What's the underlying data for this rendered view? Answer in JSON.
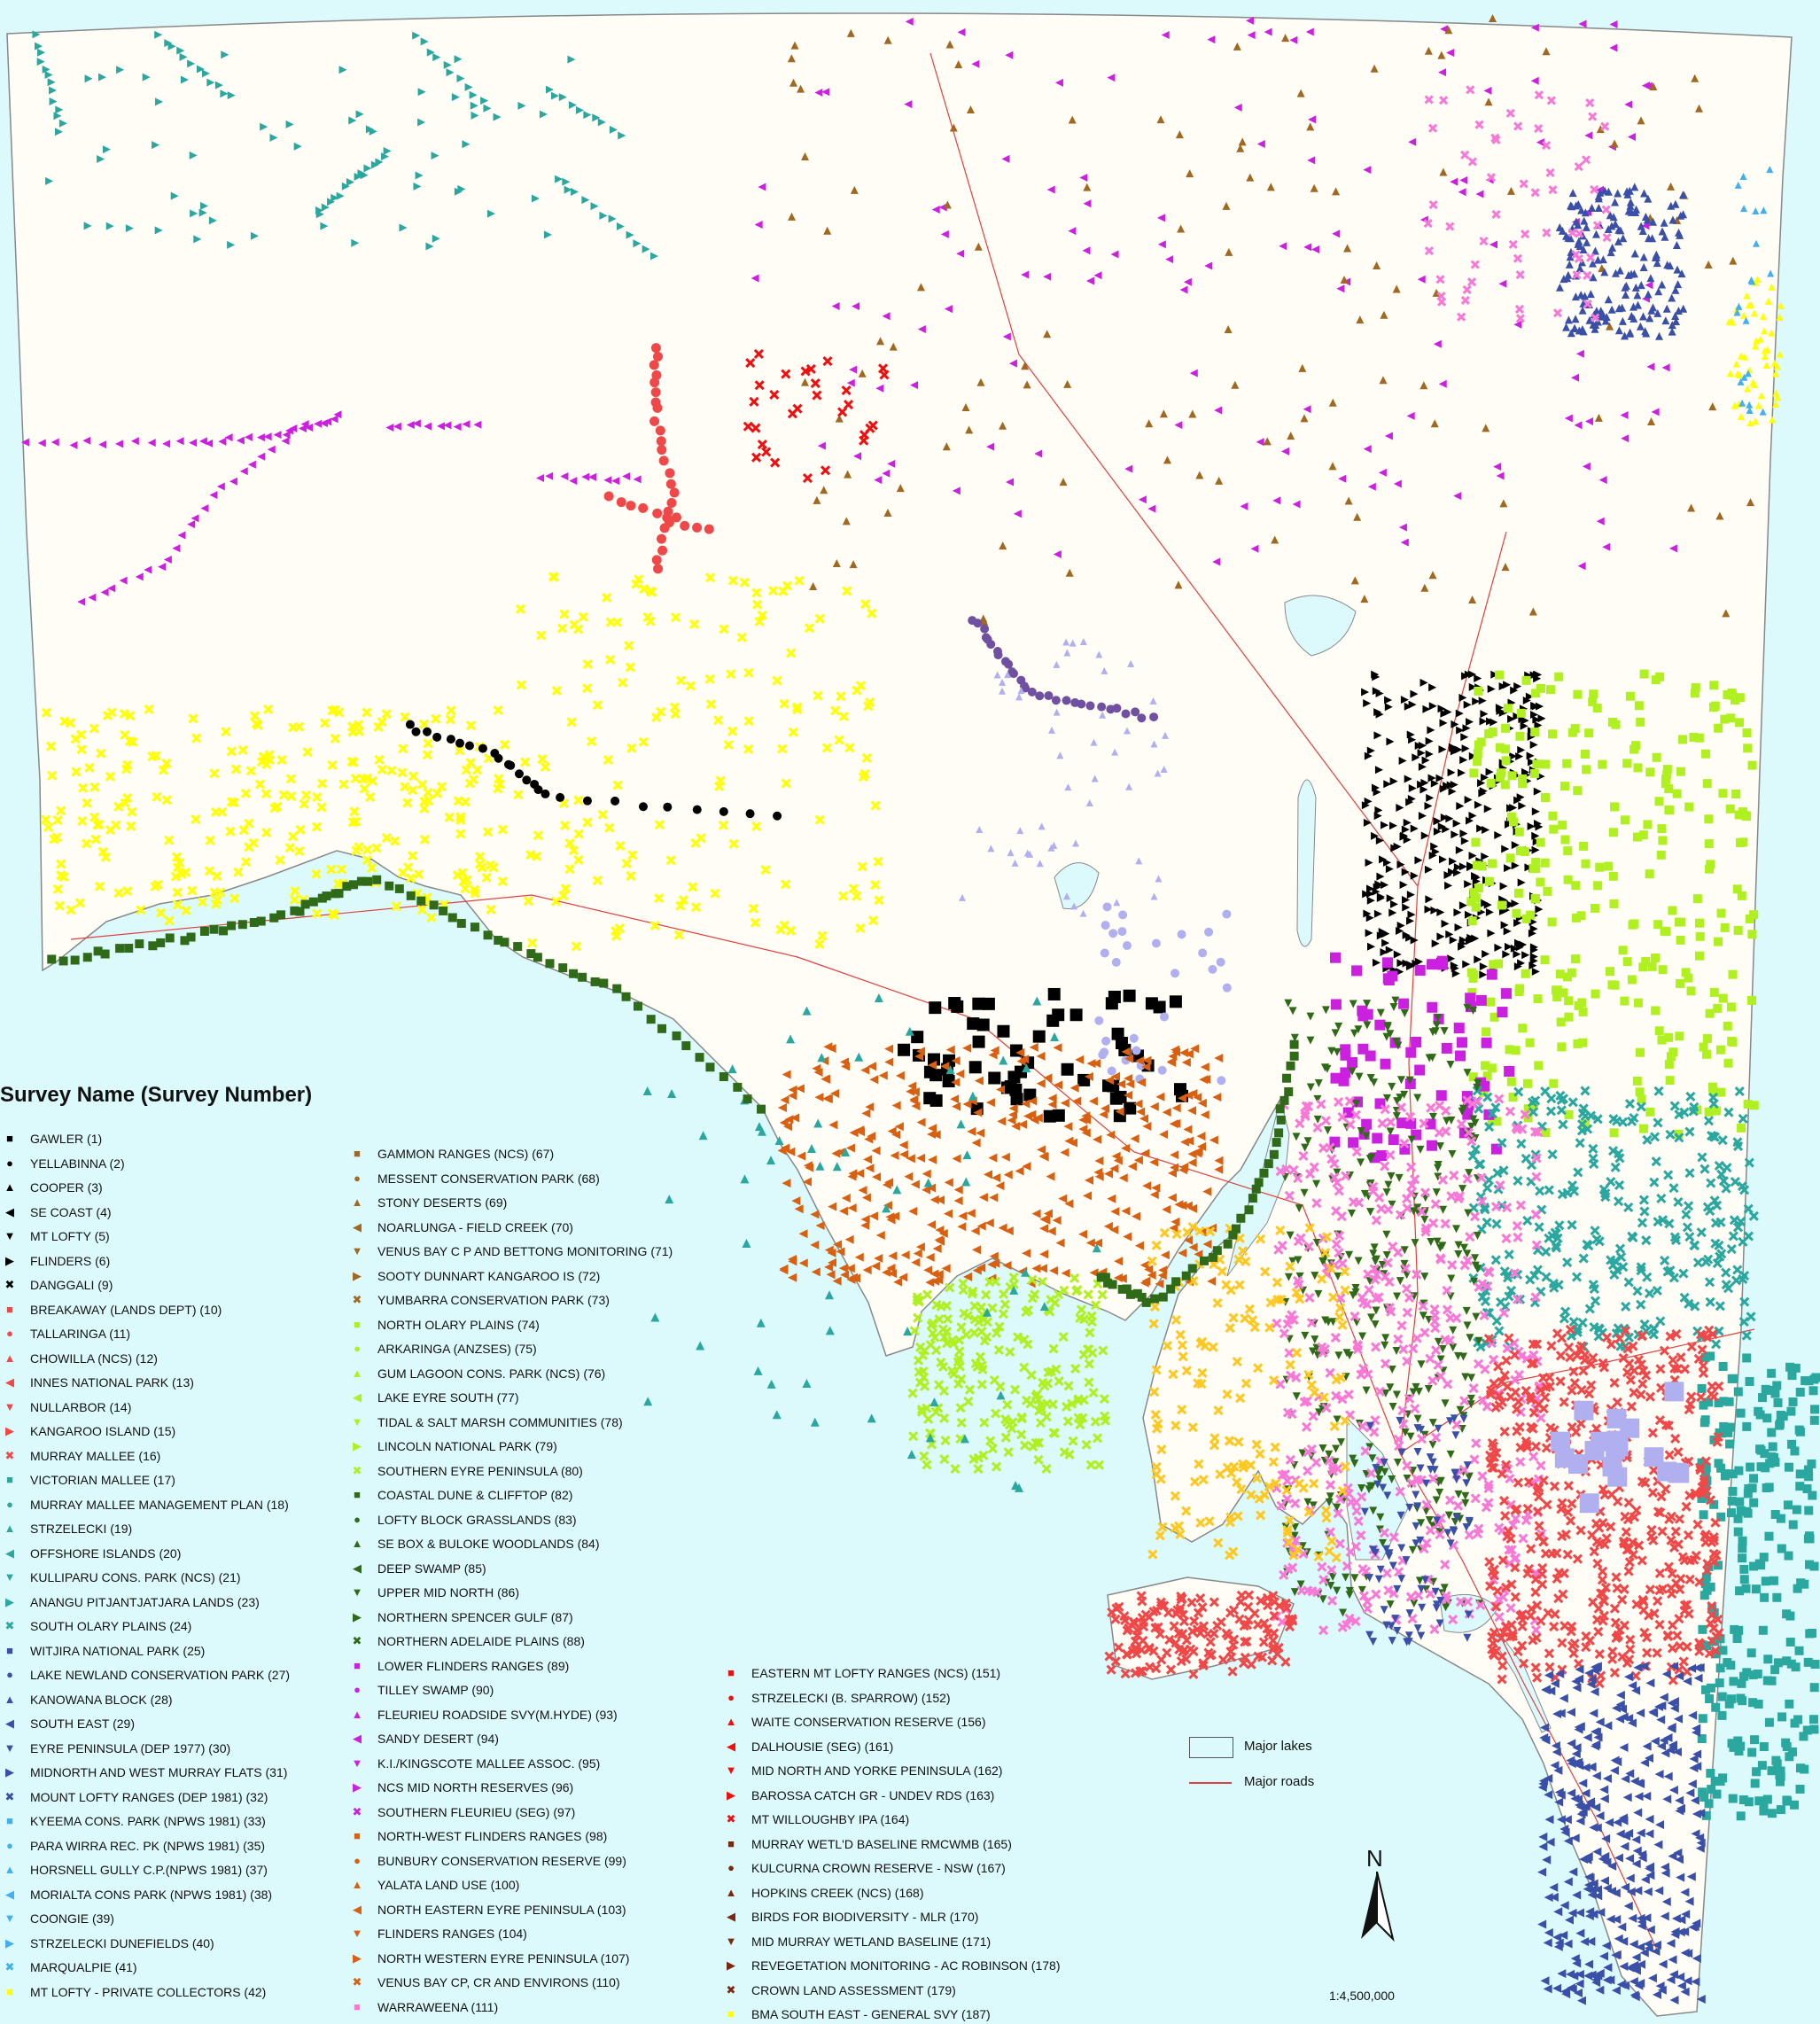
{
  "legend": {
    "title": "Survey Name (Survey Number)",
    "columns": [
      [
        {
          "label": "GAWLER (1)",
          "symbol": "■",
          "color": "#000000"
        },
        {
          "label": "YELLABINNA (2)",
          "symbol": "●",
          "color": "#000000"
        },
        {
          "label": "COOPER (3)",
          "symbol": "▲",
          "color": "#000000"
        },
        {
          "label": "SE COAST (4)",
          "symbol": "◀",
          "color": "#000000"
        },
        {
          "label": "MT LOFTY (5)",
          "symbol": "▼",
          "color": "#000000"
        },
        {
          "label": "FLINDERS (6)",
          "symbol": "▶",
          "color": "#000000"
        },
        {
          "label": "DANGGALI (9)",
          "symbol": "✖",
          "color": "#000000"
        },
        {
          "label": "BREAKAWAY (LANDS DEPT) (10)",
          "symbol": "■",
          "color": "#f04848"
        },
        {
          "label": "TALLARINGA (11)",
          "symbol": "●",
          "color": "#f04848"
        },
        {
          "label": "CHOWILLA (NCS) (12)",
          "symbol": "▲",
          "color": "#f04848"
        },
        {
          "label": "INNES NATIONAL PARK (13)",
          "symbol": "◀",
          "color": "#f04848"
        },
        {
          "label": "NULLARBOR (14)",
          "symbol": "▼",
          "color": "#f04848"
        },
        {
          "label": "KANGAROO ISLAND (15)",
          "symbol": "▶",
          "color": "#f04848"
        },
        {
          "label": "MURRAY MALLEE (16)",
          "symbol": "✖",
          "color": "#f04848"
        },
        {
          "label": "VICTORIAN MALLEE (17)",
          "symbol": "■",
          "color": "#2aa8a0"
        },
        {
          "label": "MURRAY MALLEE MANAGEMENT PLAN (18)",
          "symbol": "●",
          "color": "#2aa8a0"
        },
        {
          "label": "STRZELECKI (19)",
          "symbol": "▲",
          "color": "#2aa8a0"
        },
        {
          "label": "OFFSHORE ISLANDS (20)",
          "symbol": "◀",
          "color": "#2aa8a0"
        },
        {
          "label": "KULLIPARU CONS. PARK (NCS) (21)",
          "symbol": "▼",
          "color": "#2aa8a0"
        },
        {
          "label": "ANANGU PITJANTJATJARA LANDS (23)",
          "symbol": "▶",
          "color": "#2aa8a0"
        },
        {
          "label": "SOUTH OLARY PLAINS (24)",
          "symbol": "✖",
          "color": "#2aa8a0"
        },
        {
          "label": "WITJIRA NATIONAL PARK (25)",
          "symbol": "■",
          "color": "#3a50a8"
        },
        {
          "label": "LAKE NEWLAND CONSERVATION PARK (27)",
          "symbol": "●",
          "color": "#3a50a8"
        },
        {
          "label": "KANOWANA BLOCK (28)",
          "symbol": "▲",
          "color": "#3a50a8"
        },
        {
          "label": "SOUTH EAST (29)",
          "symbol": "◀",
          "color": "#3a50a8"
        },
        {
          "label": "EYRE PENINSULA (DEP 1977) (30)",
          "symbol": "▼",
          "color": "#3a50a8"
        },
        {
          "label": "MIDNORTH AND WEST MURRAY FLATS (31)",
          "symbol": "▶",
          "color": "#3a50a8"
        },
        {
          "label": "MOUNT LOFTY RANGES (DEP 1981) (32)",
          "symbol": "✖",
          "color": "#3a50a8"
        },
        {
          "label": "KYEEMA CONS. PARK (NPWS 1981) (33)",
          "symbol": "■",
          "color": "#40b0f0"
        },
        {
          "label": "PARA WIRRA REC. PK (NPWS 1981) (35)",
          "symbol": "●",
          "color": "#40b0f0"
        },
        {
          "label": "HORSNELL GULLY C.P.(NPWS 1981) (37)",
          "symbol": "▲",
          "color": "#40b0f0"
        },
        {
          "label": "MORIALTA CONS PARK (NPWS 1981) (38)",
          "symbol": "◀",
          "color": "#40b0f0"
        },
        {
          "label": "COONGIE (39)",
          "symbol": "▼",
          "color": "#40b0f0"
        },
        {
          "label": "STRZELECKI DUNEFIELDS (40)",
          "symbol": "▶",
          "color": "#40b0f0"
        },
        {
          "label": "MARQUALPIE (41)",
          "symbol": "✖",
          "color": "#40b0f0"
        },
        {
          "label": "MT LOFTY - PRIVATE COLLECTORS (42)",
          "symbol": "■",
          "color": "#ffff00"
        }
      ],
      [
        {
          "label": "GAMMON RANGES (NCS) (67)",
          "symbol": "■",
          "color": "#a06820"
        },
        {
          "label": "MESSENT CONSERVATION PARK (68)",
          "symbol": "●",
          "color": "#a06820"
        },
        {
          "label": "STONY DESERTS (69)",
          "symbol": "▲",
          "color": "#a06820"
        },
        {
          "label": "NOARLUNGA - FIELD CREEK (70)",
          "symbol": "◀",
          "color": "#a06820"
        },
        {
          "label": "VENUS BAY C P AND BETTONG MONITORING (71)",
          "symbol": "▼",
          "color": "#a06820"
        },
        {
          "label": "SOOTY DUNNART KANGAROO IS (72)",
          "symbol": "▶",
          "color": "#a06820"
        },
        {
          "label": "YUMBARRA CONSERVATION PARK (73)",
          "symbol": "✖",
          "color": "#a06820"
        },
        {
          "label": "NORTH OLARY PLAINS (74)",
          "symbol": "■",
          "color": "#b0f020"
        },
        {
          "label": "ARKARINGA (ANZSES) (75)",
          "symbol": "●",
          "color": "#b0f020"
        },
        {
          "label": "GUM LAGOON CONS. PARK (NCS) (76)",
          "symbol": "▲",
          "color": "#b0f020"
        },
        {
          "label": "LAKE EYRE SOUTH (77)",
          "symbol": "◀",
          "color": "#b0f020"
        },
        {
          "label": "TIDAL & SALT MARSH COMMUNITIES (78)",
          "symbol": "▼",
          "color": "#b0f020"
        },
        {
          "label": "LINCOLN NATIONAL PARK (79)",
          "symbol": "▶",
          "color": "#b0f020"
        },
        {
          "label": "SOUTHERN EYRE PENINSULA (80)",
          "symbol": "✖",
          "color": "#b0f020"
        },
        {
          "label": "COASTAL DUNE & CLIFFTOP (82)",
          "symbol": "■",
          "color": "#2e6a18"
        },
        {
          "label": "LOFTY BLOCK GRASSLANDS (83)",
          "symbol": "●",
          "color": "#2e6a18"
        },
        {
          "label": "SE BOX & BULOKE WOODLANDS (84)",
          "symbol": "▲",
          "color": "#2e6a18"
        },
        {
          "label": "DEEP SWAMP (85)",
          "symbol": "◀",
          "color": "#2e6a18"
        },
        {
          "label": "UPPER MID NORTH (86)",
          "symbol": "▼",
          "color": "#2e6a18"
        },
        {
          "label": "NORTHERN SPENCER GULF (87)",
          "symbol": "▶",
          "color": "#2e6a18"
        },
        {
          "label": "NORTHERN ADELAIDE PLAINS (88)",
          "symbol": "✖",
          "color": "#2e6a18"
        },
        {
          "label": "LOWER FLINDERS RANGES (89)",
          "symbol": "■",
          "color": "#cc20e0"
        },
        {
          "label": "TILLEY SWAMP (90)",
          "symbol": "●",
          "color": "#cc20e0"
        },
        {
          "label": "FLEURIEU ROADSIDE SVY(M.HYDE) (93)",
          "symbol": "▲",
          "color": "#cc20e0"
        },
        {
          "label": "SANDY DESERT (94)",
          "symbol": "◀",
          "color": "#cc20e0"
        },
        {
          "label": "K.I./KINGSCOTE MALLEE ASSOC. (95)",
          "symbol": "▼",
          "color": "#cc20e0"
        },
        {
          "label": "NCS MID NORTH RESERVES (96)",
          "symbol": "▶",
          "color": "#cc20e0"
        },
        {
          "label": "SOUTHERN FLEURIEU (SEG) (97)",
          "symbol": "✖",
          "color": "#cc20e0"
        },
        {
          "label": "NORTH-WEST FLINDERS RANGES (98)",
          "symbol": "■",
          "color": "#d86010"
        },
        {
          "label": "BUNBURY CONSERVATION RESERVE (99)",
          "symbol": "●",
          "color": "#d86010"
        },
        {
          "label": "YALATA LAND USE (100)",
          "symbol": "▲",
          "color": "#d86010"
        },
        {
          "label": "NORTH  EASTERN EYRE PENINSULA (103)",
          "symbol": "◀",
          "color": "#d86010"
        },
        {
          "label": "FLINDERS RANGES (104)",
          "symbol": "▼",
          "color": "#d86010"
        },
        {
          "label": "NORTH WESTERN EYRE PENINSULA (107)",
          "symbol": "▶",
          "color": "#d86010"
        },
        {
          "label": "VENUS BAY CP, CR AND ENVIRONS (110)",
          "symbol": "✖",
          "color": "#d86010"
        },
        {
          "label": "WARRAWEENA (111)",
          "symbol": "■",
          "color": "#f878d8"
        }
      ],
      [
        {
          "label": "EASTERN MT LOFTY RANGES (NCS) (151)",
          "symbol": "■",
          "color": "#ee1010"
        },
        {
          "label": "STRZELECKI  (B. SPARROW) (152)",
          "symbol": "●",
          "color": "#ee1010"
        },
        {
          "label": "WAITE CONSERVATION RESERVE (156)",
          "symbol": "▲",
          "color": "#ee1010"
        },
        {
          "label": "DALHOUSIE (SEG) (161)",
          "symbol": "◀",
          "color": "#ee1010"
        },
        {
          "label": "MID NORTH AND YORKE PENINSULA (162)",
          "symbol": "▼",
          "color": "#ee1010"
        },
        {
          "label": "BAROSSA CATCH GR - UNDEV RDS (163)",
          "symbol": "▶",
          "color": "#ee1010"
        },
        {
          "label": "MT WILLOUGHBY IPA (164)",
          "symbol": "✖",
          "color": "#ee1010"
        },
        {
          "label": "MURRAY WETL'D BASELINE RMCWMB (165)",
          "symbol": "■",
          "color": "#7a2810"
        },
        {
          "label": "KULCURNA CROWN RESERVE - NSW (167)",
          "symbol": "●",
          "color": "#7a2810"
        },
        {
          "label": "HOPKINS CREEK (NCS) (168)",
          "symbol": "▲",
          "color": "#7a2810"
        },
        {
          "label": "BIRDS FOR BIODIVERSITY - MLR (170)",
          "symbol": "◀",
          "color": "#7a2810"
        },
        {
          "label": "MID MURRAY WETLAND BASELINE (171)",
          "symbol": "▼",
          "color": "#7a2810"
        },
        {
          "label": "REVEGETATION MONITORING - AC ROBINSON (178)",
          "symbol": "▶",
          "color": "#7a2810"
        },
        {
          "label": "CROWN LAND ASSESSMENT (179)",
          "symbol": "✖",
          "color": "#7a2810"
        },
        {
          "label": "BMA SOUTH EAST - GENERAL SVY (187)",
          "symbol": "■",
          "color": "#ffff00"
        }
      ]
    ]
  },
  "map_key": {
    "lakes_label": "Major lakes",
    "roads_label": "Major roads"
  },
  "north_arrow": {
    "label": "N"
  },
  "scale": {
    "label": "1:4,500,000"
  },
  "colors": {
    "sea": "#dcfafb",
    "land": "#fffdf6",
    "coast_outline": "#888888",
    "roads": "#e04040"
  }
}
